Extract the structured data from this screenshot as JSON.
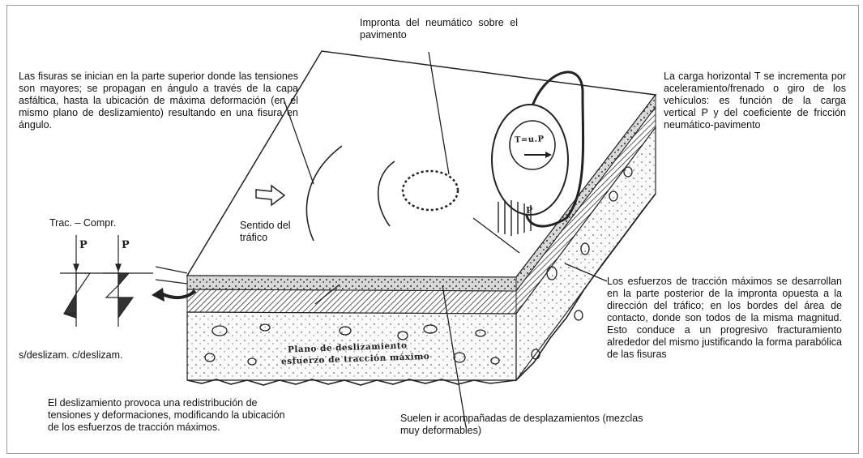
{
  "annotations": {
    "tire_imprint": "Impronta del neumático sobre el pavimento",
    "cracks_start": "Las fisuras se inician en la parte superior donde las tensiones son mayores; se propagan en ángulo a través de la capa asfáltica, hasta la ubicación de máxima deformación (en el mismo plano de deslizamiento) resultando en una fisura en ángulo.",
    "horizontal_load": "La carga horizontal T se incrementa por aceleramiento/frenado o giro de los vehículos: es función de la carga vertical P y del coeficiente de fricción neumático-pavimento",
    "trac_compr": "Trac. – Compr.",
    "traffic_direction": "Sentido del tráfico",
    "tensile_stress": "Los esfuerzos de tracción máximos se desarrollan en la parte posterior de la impronta opuesta a la dirección del tráfico; en los bordes del área de contacto, donde son todos de la misma magnitud. Esto conduce a un progresivo fracturamiento alrededor del mismo justificando la forma parabólica de las fisuras",
    "slip_labels": "s/deslizam. c/deslizam.",
    "slip_effect": "El deslizamiento provoca una redistribución de tensiones y deformaciones, modificando la ubicación de los esfuerzos de tracción máximos.",
    "displacements": "Suelen ir acompañadas de desplazamientos (mezclas muy deformables)"
  },
  "drawing_labels": {
    "load_p1": "P",
    "load_p2": "P",
    "tire_label": "T=u.P",
    "tire_p": "P",
    "slip_plane_1": "Plano de deslizamiento",
    "slip_plane_2": "esfuerzo de tracción máximo"
  }
}
